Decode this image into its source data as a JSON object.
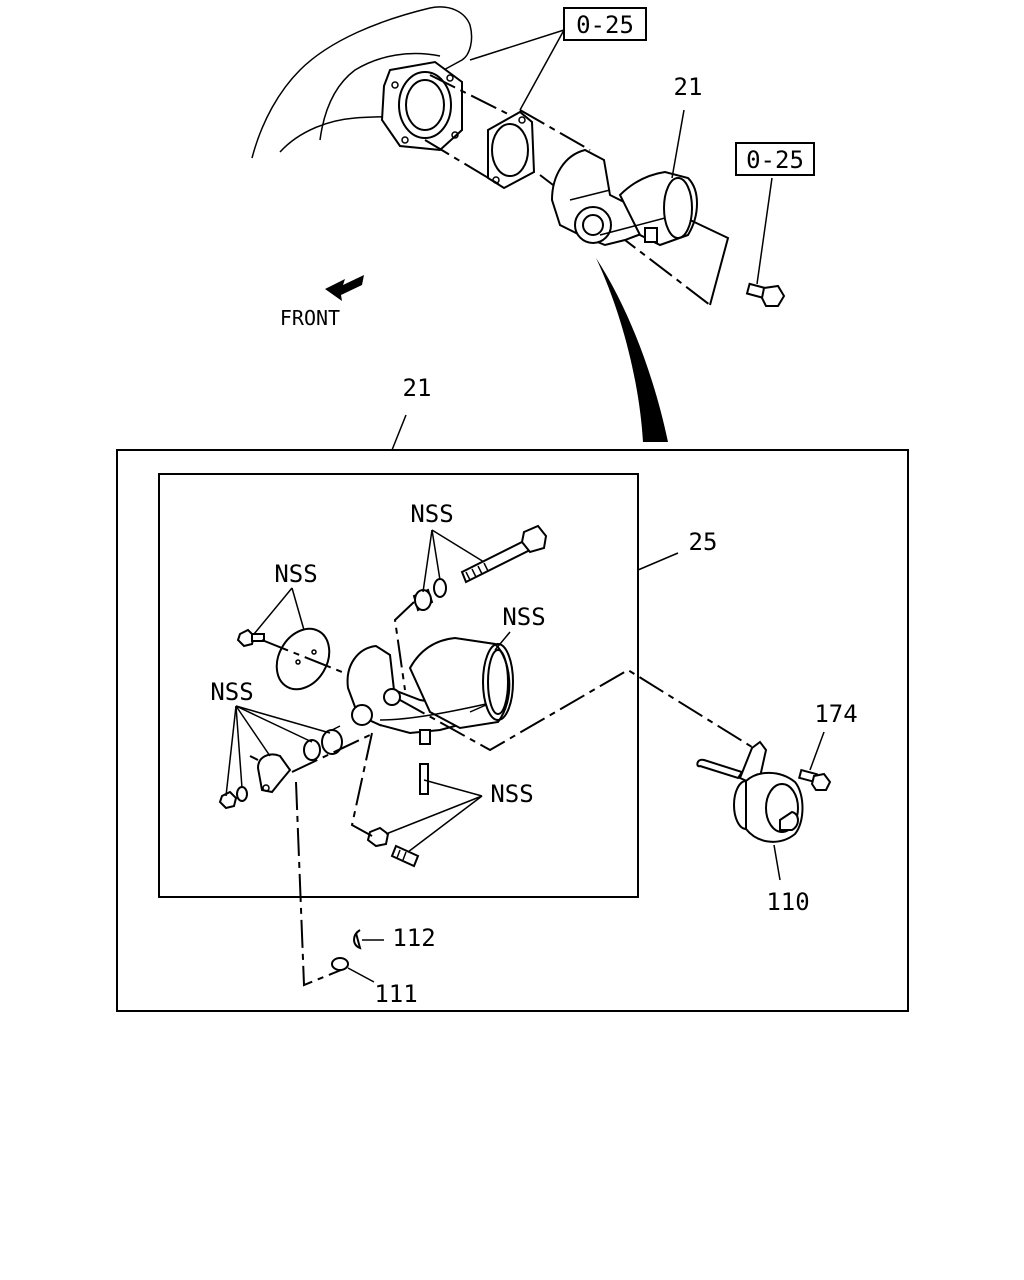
{
  "refs": {
    "ref_top": "0-25",
    "ref_right": "0-25"
  },
  "labels": {
    "front": "FRONT",
    "part_21_top": "21",
    "part_21_box": "21",
    "part_25": "25",
    "part_174": "174",
    "part_110": "110",
    "part_112": "112",
    "part_111": "111",
    "nss_1": "NSS",
    "nss_2": "NSS",
    "nss_3": "NSS",
    "nss_4": "NSS",
    "nss_5": "NSS"
  },
  "icons": {
    "front_arrow": "arrow-down-left-icon"
  }
}
